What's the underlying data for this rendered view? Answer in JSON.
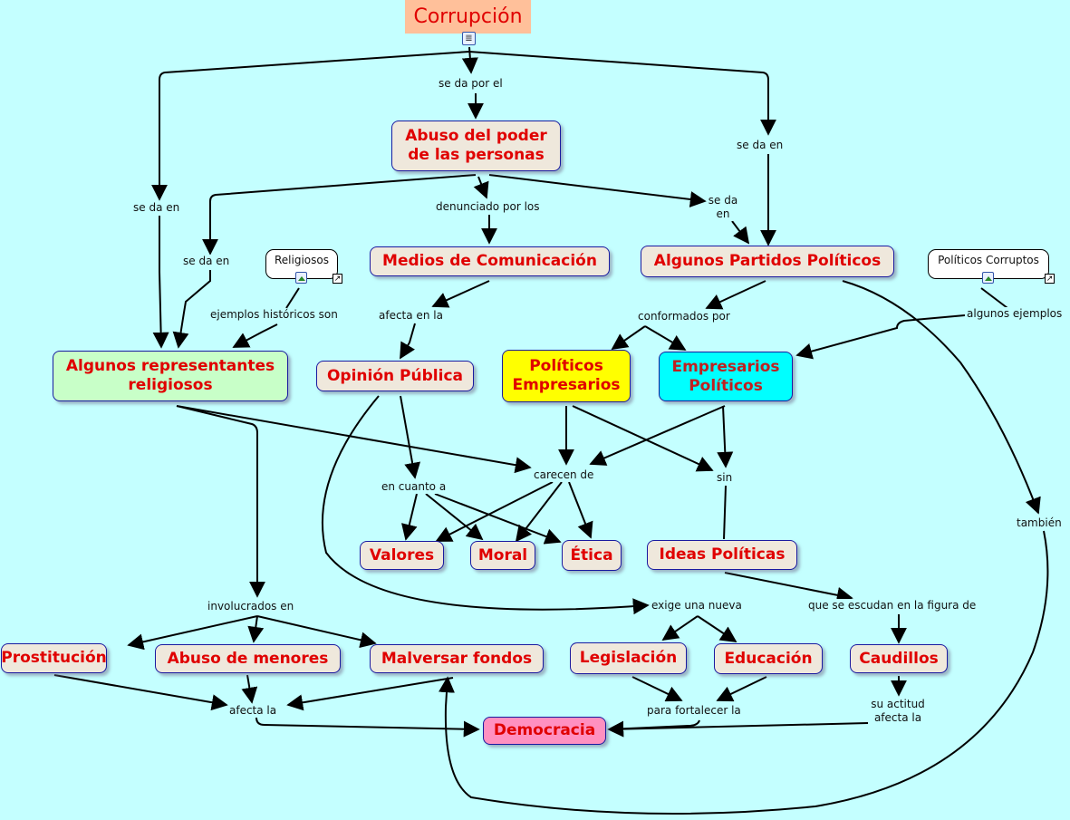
{
  "title": "Corrupción",
  "colors": {
    "background": "#c4ffff",
    "node_fill": "#efe8dc",
    "node_text": "#e00000",
    "node_border": "#1a1aa0",
    "title_fill": "#ffc09a",
    "religiosos_fill": "#c8ffc8",
    "politicos_empresarios_fill": "#ffff00",
    "empresarios_politicos_fill": "#00ffff",
    "democracia_fill": "#ff90c0"
  },
  "nodes": {
    "abuso_poder": "Abuso del  poder de las personas",
    "medios": "Medios de Comunicación",
    "partidos": "Algunos Partidos Políticos",
    "religiosos": "Algunos representantes religiosos",
    "opinion": "Opinión Pública",
    "pol_emp": "Políticos Empresarios",
    "emp_pol": "Empresarios Políticos",
    "valores": "Valores",
    "moral": "Moral",
    "etica": "Ética",
    "ideas": "Ideas Políticas",
    "prostitucion": "Prostitución",
    "abuso_menores": "Abuso de menores",
    "malversar": "Malversar fondos",
    "legislacion": "Legislación",
    "educacion": "Educación",
    "caudillos": "Caudillos",
    "democracia": "Democracia"
  },
  "resources": {
    "religiosos": "Religiosos",
    "politicos_corruptos": "Políticos Corruptos"
  },
  "links": {
    "se_da_por_el": "se da por el",
    "se_da_en_left": "se da en",
    "se_da_en_right": "se da en",
    "se_da_en_mid": "se da en",
    "se_da_en_partidos": "se da en",
    "denunciado": "denunciado por los",
    "ejemplos_historicos": "ejemplos históricos son",
    "afecta_en_la": "afecta en la",
    "conformados": "conformados por",
    "algunos_ejemplos": "algunos ejemplos",
    "carecen": "carecen de",
    "en_cuanto": "en cuanto a",
    "sin": "sin",
    "tambien": "también",
    "involucrados": "involucrados en",
    "exige": "exige una nueva",
    "escudan": "que se escudan en la figura de",
    "afecta_la": "afecta la",
    "fortalecer": "para fortalecer la",
    "su_actitud": "su actitud afecta la"
  }
}
